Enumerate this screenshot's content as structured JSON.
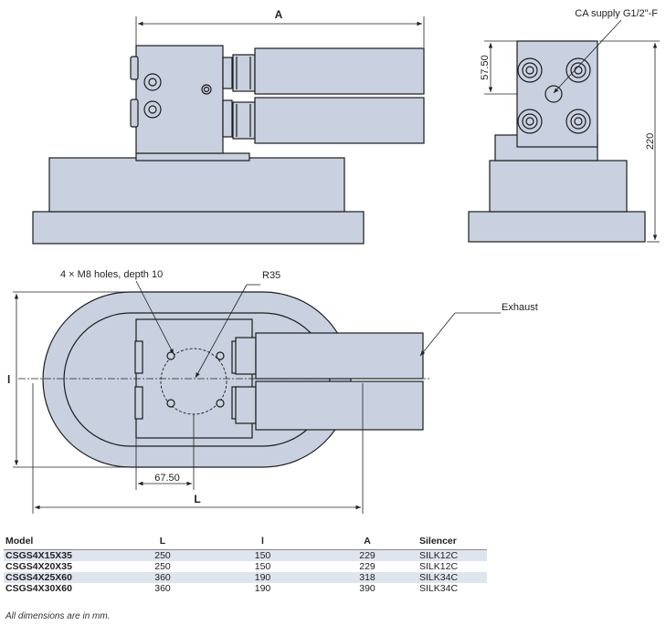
{
  "labels": {
    "dim_A": "A",
    "ca_supply": "CA supply G1/2\"-F",
    "dim_57_50": "57.50",
    "dim_220": "220",
    "holes": "4 × M8 holes, depth 10",
    "radius": "R35",
    "exhaust": "Exhaust",
    "dim_l": "l",
    "dim_67_50": "67.50",
    "dim_L": "L"
  },
  "table": {
    "headers": [
      "Model",
      "L",
      "l",
      "A",
      "Silencer"
    ],
    "rows": [
      [
        "CSGS4X15X35",
        "250",
        "150",
        "229",
        "SILK12C"
      ],
      [
        "CSGS4X20X35",
        "250",
        "150",
        "229",
        "SILK12C"
      ],
      [
        "CSGS4X25X60",
        "360",
        "190",
        "318",
        "SILK34C"
      ],
      [
        "CSGS4X30X60",
        "360",
        "190",
        "390",
        "SILK34C"
      ]
    ]
  },
  "note": "All dimensions are in mm.",
  "colors": {
    "body_fill": "#c9d1e0",
    "outline": "#1c1c1c",
    "row_shade": "#dfe5ef"
  }
}
